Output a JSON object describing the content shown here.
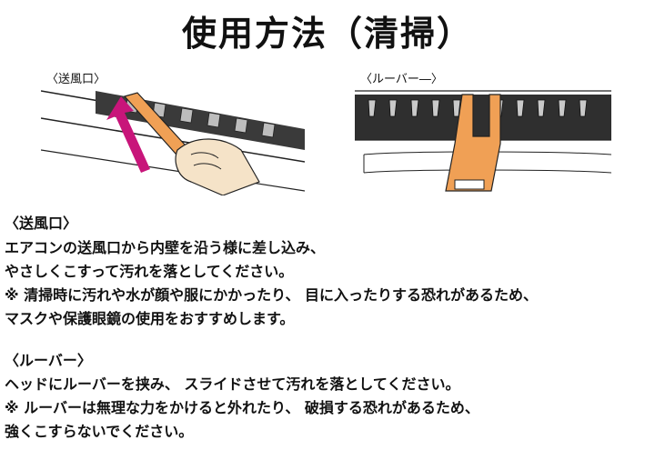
{
  "title": "使用方法（清掃）",
  "left_illustration": {
    "caption": "〈送風口〉",
    "colors": {
      "spatula": "#f0a055",
      "arrow": "#c8157a",
      "vent": "#333333",
      "outline": "#222222"
    }
  },
  "right_illustration": {
    "caption": "〈ルーバー―〉",
    "colors": {
      "spatula": "#f0a055",
      "louver": "#222222"
    }
  },
  "section_vent": {
    "heading": "〈送風口〉",
    "line1": "エアコンの送風口から内壁を沿う様に差し込み、",
    "line2": "やさしくこすって汚れを落としてください。",
    "line3": "※ 清掃時に汚れや水が顔や服にかかったり、 目に入ったりする恐れがあるため、",
    "line4": "マスクや保護眼鏡の使用をおすすめします。"
  },
  "section_louver": {
    "heading": "〈ルーバー〉",
    "line1": "ヘッドにルーバーを挟み、 スライドさせて汚れを落としてください。",
    "line2": "※ ルーバーは無理な力をかけると外れたり、 破損する恐れがあるため、",
    "line3": "強くこすらないでください。"
  }
}
